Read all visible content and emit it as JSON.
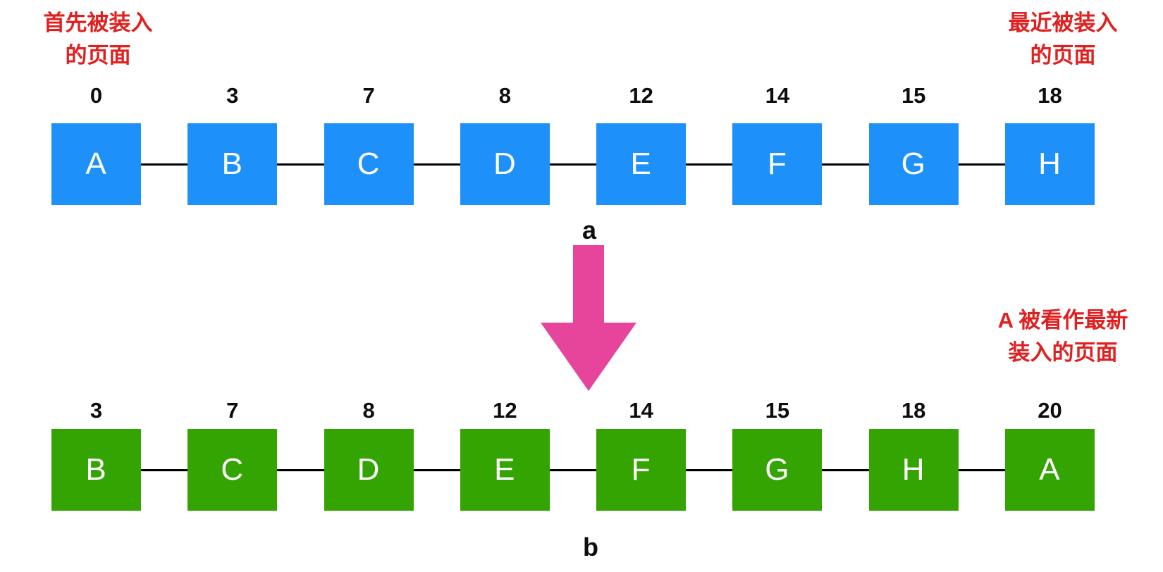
{
  "annotations": {
    "first_loaded": {
      "line1": "首先被装入",
      "line2": "的页面"
    },
    "recent_loaded": {
      "line1": "最近被装入",
      "line2": "的页面"
    },
    "a_newest": {
      "line1": "A 被看作最新",
      "line2": "装入的页面"
    }
  },
  "captions": {
    "a": "a",
    "b": "b"
  },
  "colors": {
    "row_a_box": "#1E90FA",
    "row_b_box": "#33A402",
    "arrow": "#E6459B",
    "annotation_red": "#E02020",
    "connector": "#000000"
  },
  "rows": [
    {
      "label": "a",
      "nodes": [
        {
          "letter": "A",
          "time": "0"
        },
        {
          "letter": "B",
          "time": "3"
        },
        {
          "letter": "C",
          "time": "7"
        },
        {
          "letter": "D",
          "time": "8"
        },
        {
          "letter": "E",
          "time": "12"
        },
        {
          "letter": "F",
          "time": "14"
        },
        {
          "letter": "G",
          "time": "15"
        },
        {
          "letter": "H",
          "time": "18"
        }
      ]
    },
    {
      "label": "b",
      "nodes": [
        {
          "letter": "B",
          "time": "3"
        },
        {
          "letter": "C",
          "time": "7"
        },
        {
          "letter": "D",
          "time": "8"
        },
        {
          "letter": "E",
          "time": "12"
        },
        {
          "letter": "F",
          "time": "14"
        },
        {
          "letter": "G",
          "time": "15"
        },
        {
          "letter": "H",
          "time": "18"
        },
        {
          "letter": "A",
          "time": "20"
        }
      ]
    }
  ]
}
